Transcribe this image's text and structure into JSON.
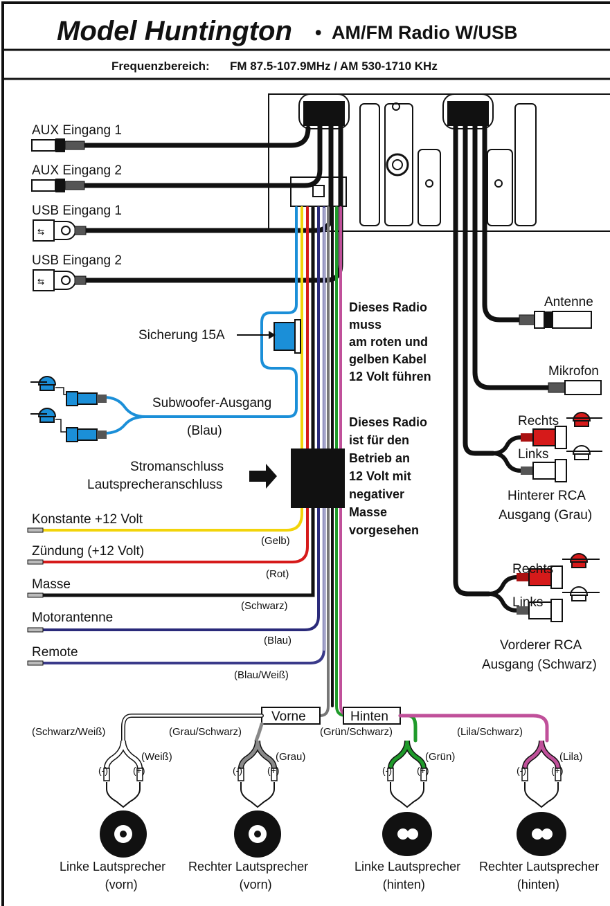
{
  "header": {
    "model": "Model Huntington",
    "bullet": "•",
    "product": "AM/FM Radio W/USB",
    "freq_label": "Frequenzbereich:",
    "freq_value": "FM 87.5-107.9MHz / AM 530-1710 KHz"
  },
  "inputs": {
    "aux1": "AUX Eingang 1",
    "aux2": "AUX Eingang 2",
    "usb1": "USB Eingang 1",
    "usb2": "USB Eingang 2"
  },
  "fuse": "Sicherung 15A",
  "subwoofer": {
    "label": "Subwoofer-Ausgang",
    "color": "(Blau)"
  },
  "power": {
    "line1": "Stromanschluss",
    "line2": "Lautsprecheranschluss"
  },
  "notes": {
    "note1": [
      "Dieses Radio",
      "muss",
      "am roten und",
      "gelben Kabel",
      "12 Volt führen"
    ],
    "note2": [
      "Dieses Radio",
      "ist für den",
      "Betrieb an",
      "12 Volt mit",
      "negativer",
      "Masse",
      "vorgesehen"
    ]
  },
  "wires": [
    {
      "label": "Konstante +12 Volt",
      "color_label": "(Gelb)",
      "color": "#f2d40a"
    },
    {
      "label": "Zündung (+12 Volt)",
      "color_label": "(Rot)",
      "color": "#d61a1a"
    },
    {
      "label": "Masse",
      "color_label": "(Schwarz)",
      "color": "#111111"
    },
    {
      "label": "Motorantenne",
      "color_label": "(Blau)",
      "color": "#2a2a7a"
    },
    {
      "label": "Remote",
      "color_label": "(Blau/Weiß)",
      "color": "#3a3a8a"
    }
  ],
  "right": {
    "antenna": "Antenne",
    "mic": "Mikrofon",
    "rear_right": "Rechts",
    "rear_left": "Links",
    "rear_title1": "Hinterer RCA",
    "rear_title2": "Ausgang (Grau)",
    "front_right": "Rechts",
    "front_left": "Links",
    "front_title1": "Vorderer RCA",
    "front_title2": "Ausgang (Schwarz)"
  },
  "split": {
    "front": "Vorne",
    "rear": "Hinten"
  },
  "speakers": [
    {
      "neg_color": "(Schwarz/Weiß)",
      "pos_color": "(Weiß)",
      "neg": "(-)",
      "pos": "(+)",
      "name1": "Linke Lautsprecher",
      "name2": "(vorn)",
      "wire": "#ffffff"
    },
    {
      "neg_color": "(Grau/Schwarz)",
      "pos_color": "(Grau)",
      "neg": "(-)",
      "pos": "(+)",
      "name1": "Rechter Lautsprecher",
      "name2": "(vorn)",
      "wire": "#8a8a8a"
    },
    {
      "neg_color": "(Grün/Schwarz)",
      "pos_color": "(Grün)",
      "neg": "(-)",
      "pos": "(+)",
      "name1": "Linke Lautsprecher",
      "name2": "(hinten)",
      "wire": "#1f9a2a"
    },
    {
      "neg_color": "(Lila/Schwarz)",
      "pos_color": "(Lila)",
      "neg": "(-)",
      "pos": "(+)",
      "name1": "Rechter Lautsprecher",
      "name2": "(hinten)",
      "wire": "#c0509a"
    }
  ],
  "colors": {
    "blue": "#1b8fd8",
    "red": "#d61a1a",
    "yellow": "#f2d40a",
    "black": "#111111"
  }
}
